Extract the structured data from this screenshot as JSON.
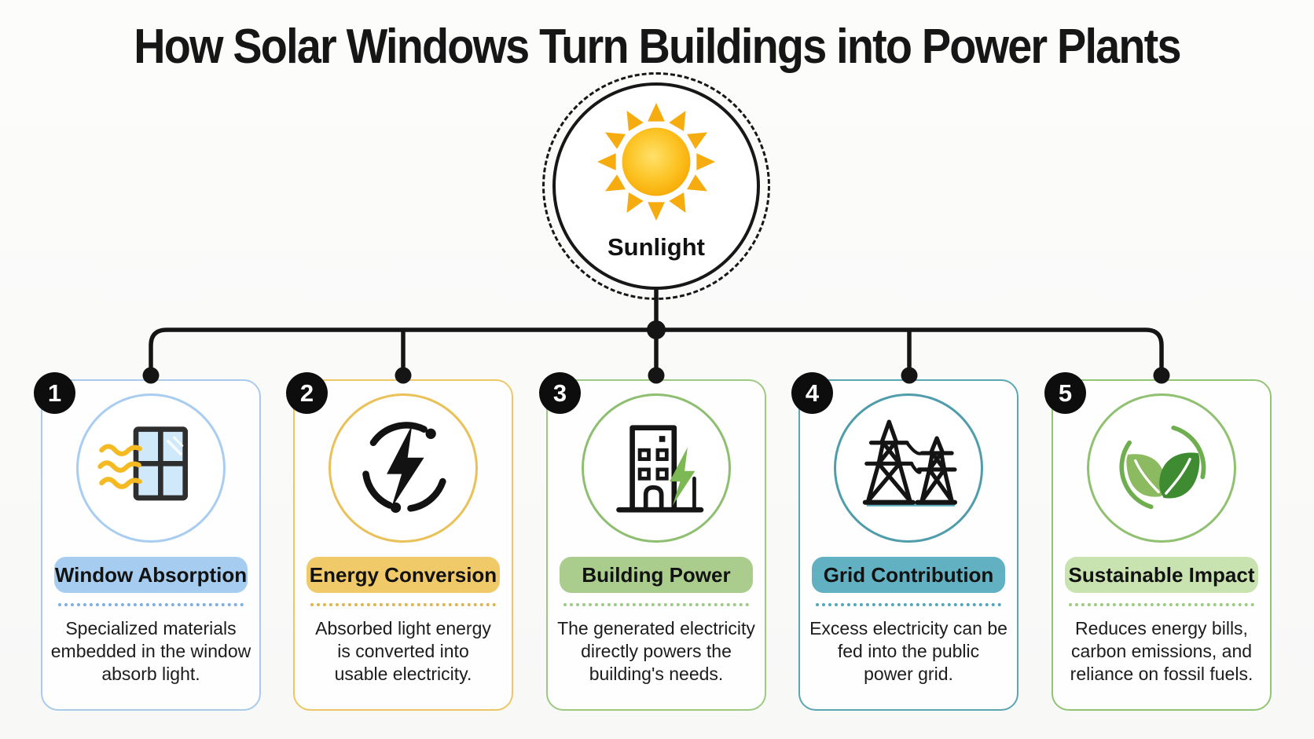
{
  "title": "How Solar Windows Turn Buildings into Power Plants",
  "sun": {
    "label": "Sunlight",
    "icon": "sun-icon",
    "colors": {
      "core_center": "#ffe16a",
      "core_edge": "#f7a600",
      "rays": "#f6ab0e",
      "ring": "#171717"
    }
  },
  "connector": {
    "color": "#151515"
  },
  "steps": [
    {
      "number": "1",
      "title": "Window Absorption",
      "description": "Specialized materials\nembedded in the window\nabsorb light.",
      "icon": "window-absorption-icon",
      "colors": {
        "border": "#a9cbe9",
        "circle": "#a9cdf0",
        "pill": "#a6cdf0",
        "dots": "#7fb0e0"
      }
    },
    {
      "number": "2",
      "title": "Energy Conversion",
      "description": "Absorbed light energy\nis converted into\nusable electricity.",
      "icon": "energy-conversion-icon",
      "colors": {
        "border": "#edc765",
        "circle": "#eac158",
        "pill": "#f0c969",
        "dots": "#e2b44a"
      }
    },
    {
      "number": "3",
      "title": "Building Power",
      "description": "The generated electricity\ndirectly powers the\nbuilding's needs.",
      "icon": "building-power-icon",
      "colors": {
        "border": "#9dc983",
        "circle": "#8ebf70",
        "pill": "#aacd8e",
        "dots": "#9dc983"
      }
    },
    {
      "number": "4",
      "title": "Grid Contribution",
      "description": "Excess electricity can be\nfed into the public\npower grid.",
      "icon": "grid-contribution-icon",
      "colors": {
        "border": "#5ba6b4",
        "circle": "#4f9dab",
        "pill": "#61b1c2",
        "dots": "#55a5b5"
      }
    },
    {
      "number": "5",
      "title": "Sustainable Impact",
      "description": "Reduces energy bills,\ncarbon emissions, and\nreliance on fossil fuels.",
      "icon": "sustainable-impact-icon",
      "colors": {
        "border": "#92c475",
        "circle": "#8fc171",
        "pill": "#c9e3b0",
        "dots": "#9dc983"
      }
    }
  ]
}
